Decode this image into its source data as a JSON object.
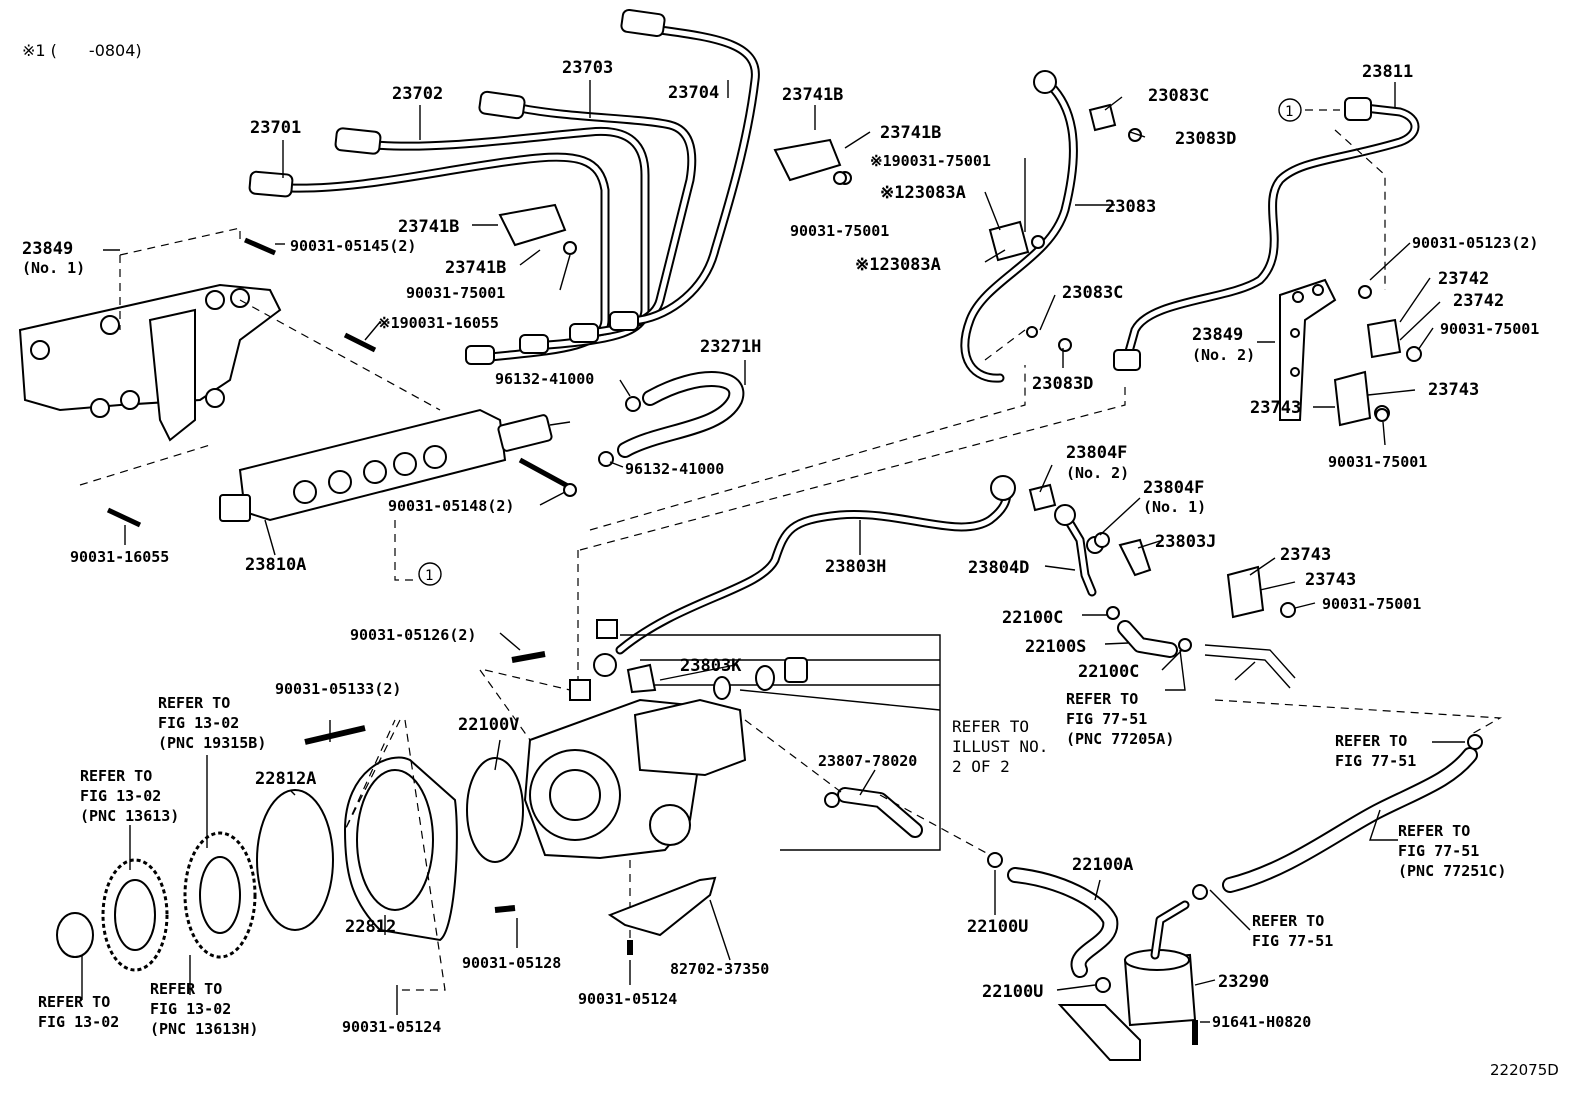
{
  "header_note": "※1 (　　-0804)",
  "figure_code": "222075D",
  "callout_symbol": "1",
  "labels": [
    {
      "id": "l23701",
      "text": "23701"
    },
    {
      "id": "l23702",
      "text": "23702"
    },
    {
      "id": "l23703",
      "text": "23703"
    },
    {
      "id": "l23704",
      "text": "23704"
    },
    {
      "id": "l23741B_a",
      "text": "23741B"
    },
    {
      "id": "l23741B_b",
      "text": "23741B"
    },
    {
      "id": "l23741B_c",
      "text": "23741B"
    },
    {
      "id": "l23741B_d",
      "text": "23741B"
    },
    {
      "id": "l90031_05145",
      "text": "90031-05145(2)"
    },
    {
      "id": "l90031_75001_a",
      "text": "90031-75001"
    },
    {
      "id": "l90031_75001_b",
      "text": "90031-75001"
    },
    {
      "id": "l190031_75001",
      "text": "※190031-75001"
    },
    {
      "id": "l23083C_a",
      "text": "23083C"
    },
    {
      "id": "l23083D_a",
      "text": "23083D"
    },
    {
      "id": "l123083A_a",
      "text": "※123083A"
    },
    {
      "id": "l123083A_b",
      "text": "※123083A"
    },
    {
      "id": "l23083",
      "text": "23083"
    },
    {
      "id": "l23083C_b",
      "text": "23083C"
    },
    {
      "id": "l23083D_b",
      "text": "23083D"
    },
    {
      "id": "l23811",
      "text": "23811"
    },
    {
      "id": "l90031_05123",
      "text": "90031-05123(2)"
    },
    {
      "id": "l23742_a",
      "text": "23742"
    },
    {
      "id": "l23742_b",
      "text": "23742"
    },
    {
      "id": "l90031_75001_c",
      "text": "90031-75001"
    },
    {
      "id": "l23849_2",
      "text": "23849"
    },
    {
      "id": "l23849_2n",
      "text": "(No. 2)"
    },
    {
      "id": "l23743_a",
      "text": "23743"
    },
    {
      "id": "l23743_b",
      "text": "23743"
    },
    {
      "id": "l90031_75001_d",
      "text": "90031-75001"
    },
    {
      "id": "l23849_1",
      "text": "23849"
    },
    {
      "id": "l23849_1n",
      "text": "(No. 1)"
    },
    {
      "id": "l190031_16055",
      "text": "※190031-16055"
    },
    {
      "id": "l23271H",
      "text": "23271H"
    },
    {
      "id": "l96132_a",
      "text": "96132-41000"
    },
    {
      "id": "l96132_b",
      "text": "96132-41000"
    },
    {
      "id": "l90031_05148",
      "text": "90031-05148(2)"
    },
    {
      "id": "l90031_16055",
      "text": "90031-16055"
    },
    {
      "id": "l23810A",
      "text": "23810A"
    },
    {
      "id": "l23804F_a",
      "text": "23804F"
    },
    {
      "id": "l23804F_an",
      "text": "(No. 2)"
    },
    {
      "id": "l23804F_b",
      "text": "23804F"
    },
    {
      "id": "l23804F_bn",
      "text": "(No. 1)"
    },
    {
      "id": "l23803J",
      "text": "23803J"
    },
    {
      "id": "l23803H",
      "text": "23803H"
    },
    {
      "id": "l23804D",
      "text": "23804D"
    },
    {
      "id": "l23743_c",
      "text": "23743"
    },
    {
      "id": "l23743_d",
      "text": "23743"
    },
    {
      "id": "l90031_75001_e",
      "text": "90031-75001"
    },
    {
      "id": "l22100C_a",
      "text": "22100C"
    },
    {
      "id": "l22100S",
      "text": "22100S"
    },
    {
      "id": "l22100C_b",
      "text": "22100C"
    },
    {
      "id": "l90031_05126",
      "text": "90031-05126(2)"
    },
    {
      "id": "l23803K",
      "text": "23803K"
    },
    {
      "id": "l90031_05133",
      "text": "90031-05133(2)"
    },
    {
      "id": "l22100V",
      "text": "22100V"
    },
    {
      "id": "l22812A",
      "text": "22812A"
    },
    {
      "id": "l23807",
      "text": "23807-78020"
    },
    {
      "id": "l22812",
      "text": "22812"
    },
    {
      "id": "l90031_05128",
      "text": "90031-05128"
    },
    {
      "id": "l82702",
      "text": "82702-37350"
    },
    {
      "id": "l90031_05124_a",
      "text": "90031-05124"
    },
    {
      "id": "l90031_05124_b",
      "text": "90031-05124"
    },
    {
      "id": "l22100A",
      "text": "22100A"
    },
    {
      "id": "l22100U_a",
      "text": "22100U"
    },
    {
      "id": "l22100U_b",
      "text": "22100U"
    },
    {
      "id": "l23290",
      "text": "23290"
    },
    {
      "id": "l91641",
      "text": "91641-H0820"
    }
  ],
  "references": [
    {
      "id": "r_ill",
      "lines": [
        "REFER TO",
        "ILLUST NO.",
        "2 OF 2"
      ]
    },
    {
      "id": "r_77205A",
      "lines": [
        "REFER TO",
        "FIG 77-51",
        "(PNC 77205A)"
      ]
    },
    {
      "id": "r_77_51_a",
      "lines": [
        "REFER TO",
        "FIG 77-51"
      ]
    },
    {
      "id": "r_77251C",
      "lines": [
        "REFER TO",
        "FIG 77-51",
        "(PNC 77251C)"
      ]
    },
    {
      "id": "r_77_51_b",
      "lines": [
        "REFER TO",
        "FIG 77-51"
      ]
    },
    {
      "id": "r_19315B",
      "lines": [
        "REFER TO",
        "FIG 13-02",
        "(PNC 19315B)"
      ]
    },
    {
      "id": "r_13613",
      "lines": [
        "REFER TO",
        "FIG 13-02",
        "(PNC 13613)"
      ]
    },
    {
      "id": "r_13_02",
      "lines": [
        "REFER TO",
        "FIG 13-02"
      ]
    },
    {
      "id": "r_13613H",
      "lines": [
        "REFER TO",
        "FIG 13-02",
        "(PNC 13613H)"
      ]
    }
  ]
}
